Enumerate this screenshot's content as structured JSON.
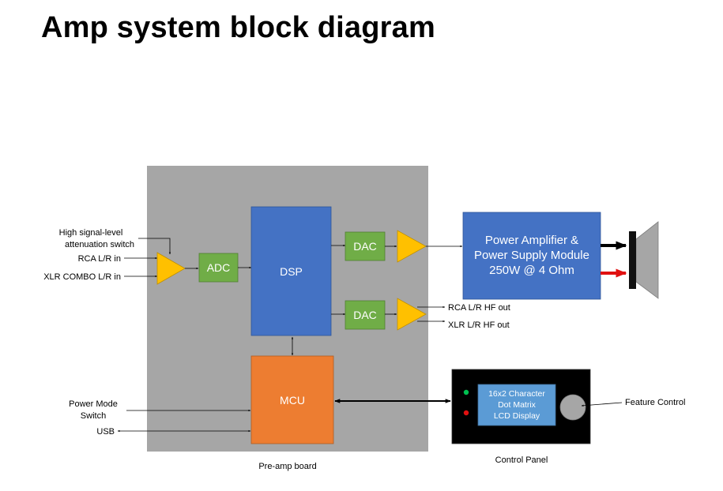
{
  "title": "Amp system block diagram",
  "colors": {
    "board": "#a6a6a6",
    "dsp": "#4472c4",
    "green": "#70ad47",
    "orange": "#ed7d31",
    "amp_triangle": "#ffc000",
    "panel": "#000000",
    "lcd": "#5b9bd5"
  },
  "board": {
    "label": "Pre-amp board"
  },
  "inputs": {
    "attenuation_line1": "High  signal-level",
    "attenuation_line2": "attenuation switch",
    "rca_in": "RCA L/R in",
    "xlr_in": "XLR COMBO L/R in",
    "power_mode_line1": "Power Mode",
    "power_mode_line2": "Switch",
    "usb": "USB"
  },
  "blocks": {
    "adc": "ADC",
    "dsp": "DSP",
    "dac_top": "DAC",
    "dac_bottom": "DAC",
    "mcu": "MCU"
  },
  "outputs": {
    "rca_out": "RCA L/R HF out",
    "xlr_out": "XLR L/R HF out"
  },
  "power_amp": {
    "line1": "Power Amplifier &",
    "line2": "Power Supply Module",
    "line3": "250W @ 4 Ohm"
  },
  "control_panel": {
    "label": "Control Panel",
    "lcd_line1": "16x2  Character",
    "lcd_line2": "Dot Matrix",
    "lcd_line3": "LCD Display",
    "feature_control": "Feature Control"
  }
}
